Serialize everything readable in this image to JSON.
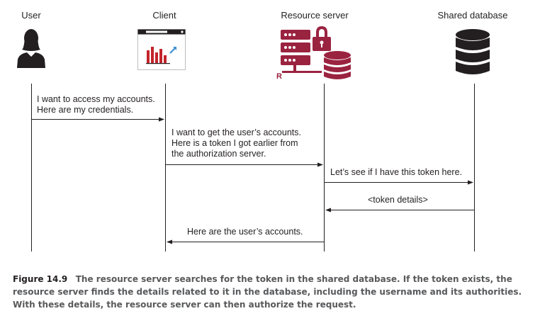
{
  "actors": {
    "user": "User",
    "client": "Client",
    "resource_server": "Resource server",
    "shared_database": "Shared database"
  },
  "resource_server_tag": "R",
  "messages": {
    "m1_line1": "I want to access my accounts.",
    "m1_line2": "Here are my credentials.",
    "m2_line1": "I want to get the user’s accounts.",
    "m2_line2": "Here is a token I got earlier from",
    "m2_line3": "the authorization server.",
    "m3": "Let’s see if I have this token here.",
    "m4": "<token details>",
    "m5": "Here are the user’s accounts."
  },
  "caption": {
    "label": "Figure 14.9",
    "text": "The resource server searches for the token in the shared database. If the token exists, the resource server finds the details related to it in the database, including the username and its authorities. With these details, the resource server can then authorize the request."
  },
  "colors": {
    "line": "#231f20",
    "server": "#9a2340",
    "chart_red": "#c4242b",
    "chart_blue": "#3a8fd0"
  }
}
